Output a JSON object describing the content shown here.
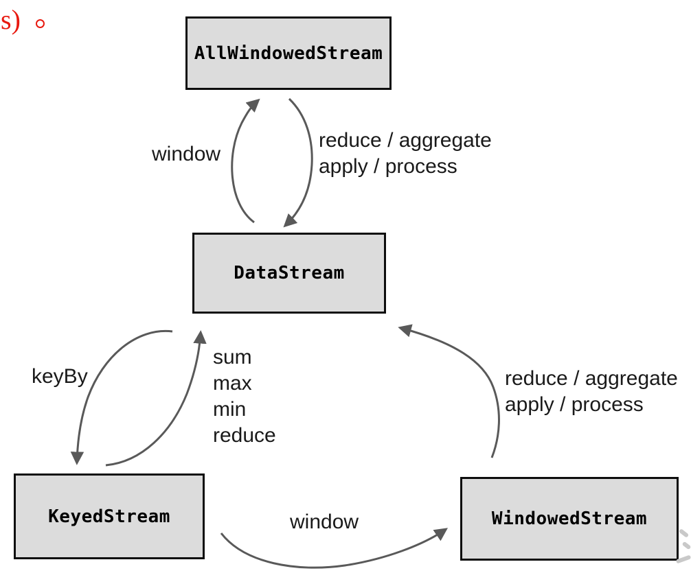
{
  "fragment": {
    "text": "s)",
    "period_icon": "cjk-period"
  },
  "nodes": {
    "all_windowed": {
      "label": "AllWindowedStream"
    },
    "data": {
      "label": "DataStream"
    },
    "keyed": {
      "label": "KeyedStream"
    },
    "windowed": {
      "label": "WindowedStream"
    }
  },
  "edges": {
    "window_up": {
      "from": "DataStream",
      "to": "AllWindowedStream",
      "label": "window"
    },
    "reduce_down": {
      "from": "AllWindowedStream",
      "to": "DataStream",
      "label_line1": "reduce / aggregate",
      "label_line2": "apply / process"
    },
    "key_by": {
      "from": "DataStream",
      "to": "KeyedStream",
      "label": "keyBy"
    },
    "agg_up": {
      "from": "KeyedStream",
      "to": "DataStream",
      "label_line1": "sum",
      "label_line2": "max",
      "label_line3": "min",
      "label_line4": "reduce"
    },
    "window_right": {
      "from": "KeyedStream",
      "to": "WindowedStream",
      "label": "window"
    },
    "reduce_right": {
      "from": "WindowedStream",
      "to": "DataStream",
      "label_line1": "reduce / aggregate",
      "label_line2": "apply / process"
    }
  },
  "colors": {
    "node_fill": "#dcdcdc",
    "node_border": "#0d0d0d",
    "arrow": "#595959",
    "label_text": "#1a1a1a",
    "fragment_red": "#e8190f",
    "watermark": "#c9c9c9"
  }
}
